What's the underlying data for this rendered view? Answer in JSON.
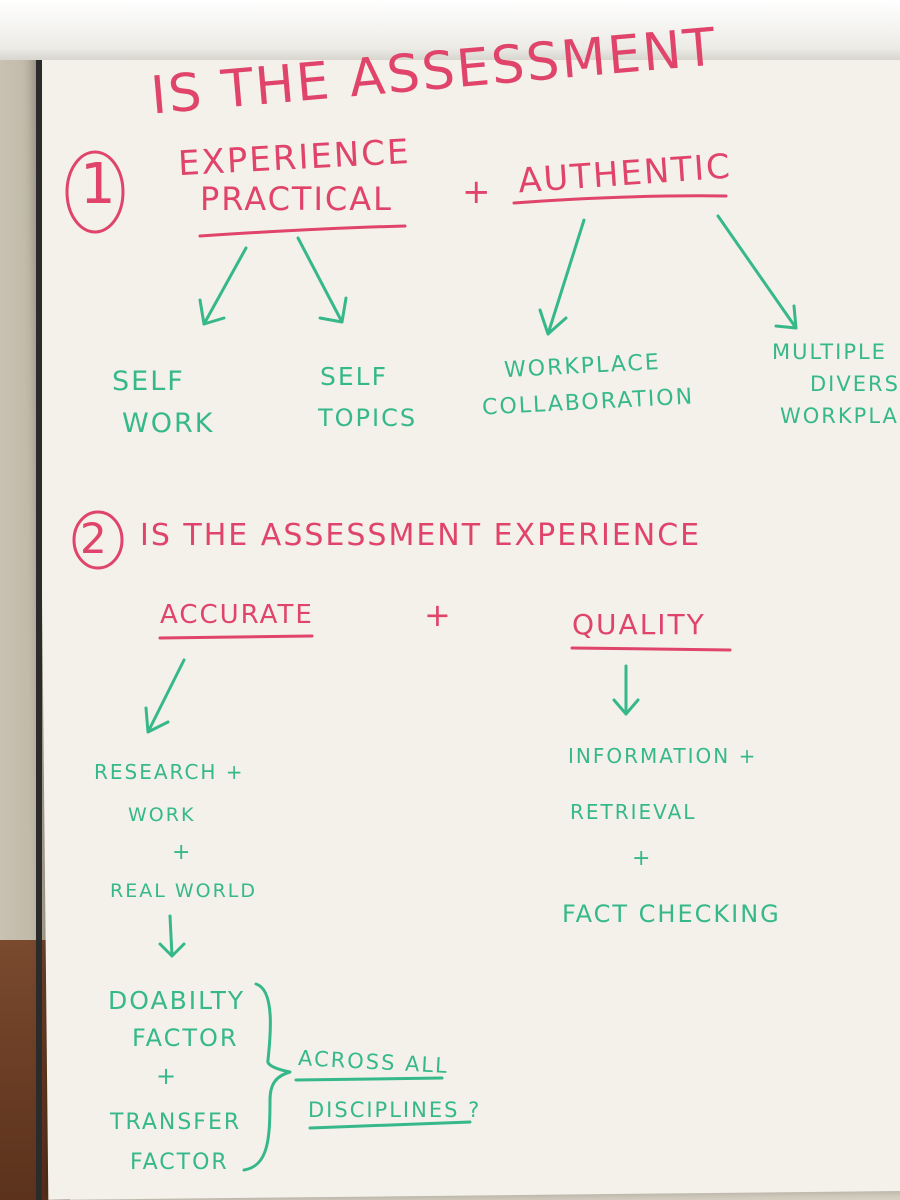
{
  "colors": {
    "red_marker": "#e0446a",
    "green_marker": "#36b88a",
    "paper": "#f3f1ea"
  },
  "section1": {
    "title": "IS THE ASSESSMENT",
    "number": "1",
    "experience": "EXPERIENCE",
    "practical": "PRACTICAL",
    "plus": "+",
    "authentic": "AUTHENTIC",
    "branches": [
      {
        "line1": "SELF",
        "line2": "WORK"
      },
      {
        "line1": "SELF",
        "line2": "TOPICS"
      },
      {
        "line1": "WORKPLACE",
        "line2": "COLLABORATION"
      },
      {
        "line1": "MULTIPLE",
        "line2": "DIVERS",
        "line3": "WORKPLA"
      }
    ]
  },
  "section2": {
    "number": "2",
    "title": "IS THE ASSESSMENT EXPERIENCE",
    "accurate": "ACCURATE",
    "plus": "+",
    "quality": "QUALITY",
    "left_list": [
      "RESEARCH +",
      "WORK",
      "+",
      "REAL WORLD"
    ],
    "left_list2": [
      "DOABILTY",
      "FACTOR",
      "+",
      "TRANSFER",
      "FACTOR"
    ],
    "bracket_note_line1": "ACROSS ALL",
    "bracket_note_line2": "DISCIPLINES ?",
    "right_list": [
      "INFORMATION +",
      "RETRIEVAL",
      "+",
      "FACT CHECKING"
    ]
  }
}
